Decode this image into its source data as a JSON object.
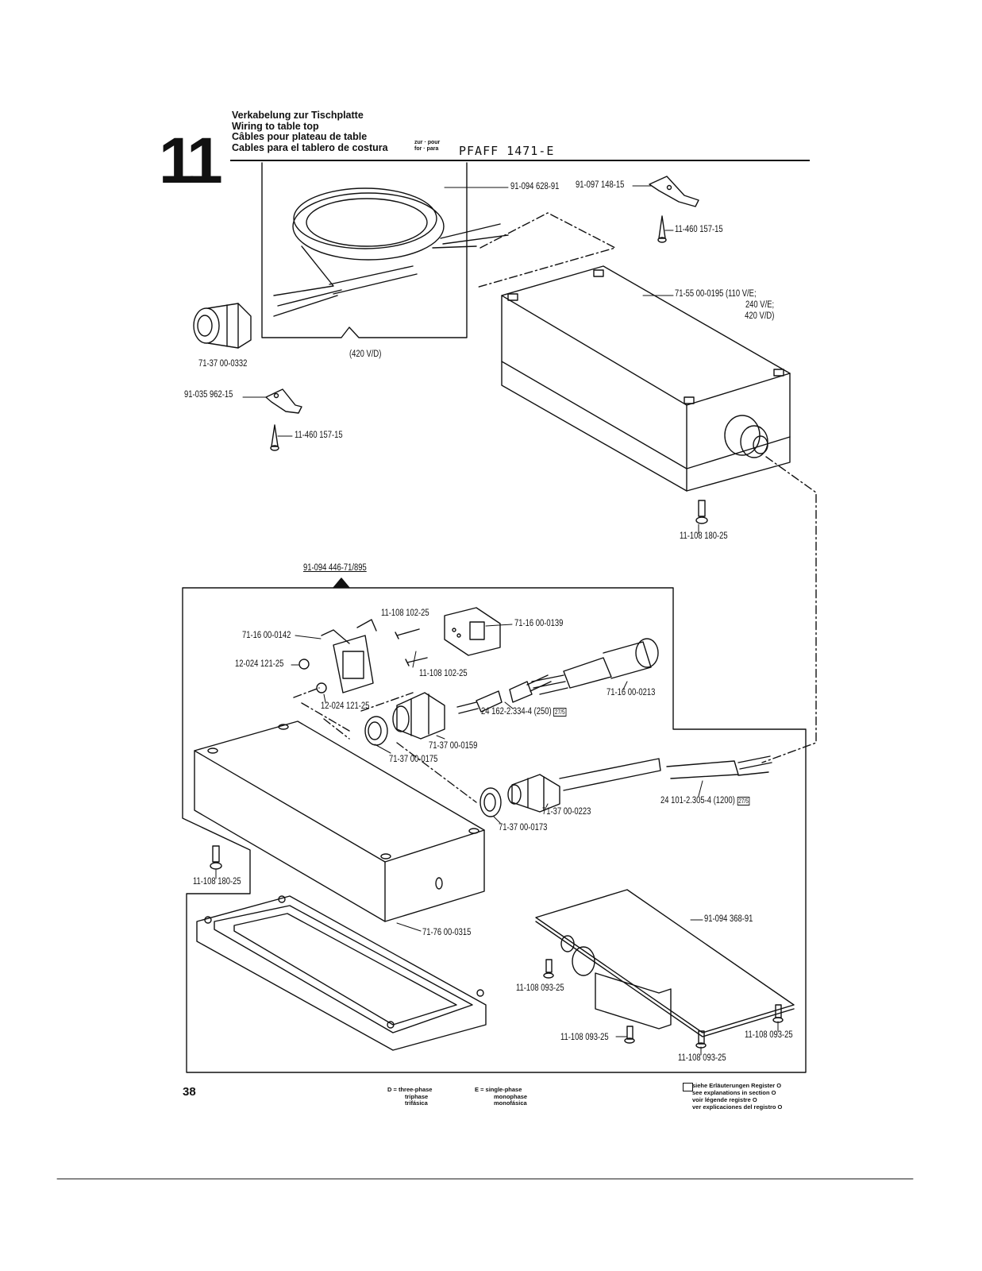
{
  "header": {
    "section_number": "11",
    "titles": [
      "Verkabelung zur Tischplatte",
      "Wiring to table top",
      "Câbles pour plateau de table",
      "Cables para el tablero de costura"
    ],
    "for_label_line1": "zur · pour",
    "for_label_line2": "for · para",
    "model": "PFAFF 1471-E"
  },
  "parts": {
    "cable_91_094_628": "91-094 628-91",
    "cable_note": "(420 V/D)",
    "clamp_91_097": "91-097 148-15",
    "screw_11_460_top": "11-460 157-15",
    "box_71_55_line1": "71-55 00-0195 (110 V/E;",
    "box_71_55_line2": "240 V/E;",
    "box_71_55_line3": "420 V/D)",
    "gland_71_37_0332": "71-37 00-0332",
    "clamp_91_035": "91-035 962-15",
    "screw_11_460_left": "11-460 157-15",
    "screw_11_108_180_top": "11-108 180-25",
    "assembly_91_094_446": "91-094 446-71/895",
    "screw_11_108_102_a": "11-108 102-25",
    "connector_71_16_0139": "71-16 00-0139",
    "housing_71_16_0142": "71-16 00-0142",
    "nut_12_024_a": "12-024 121-25",
    "screw_11_108_102_b": "11-108 102-25",
    "plug_71_16_0213": "71-16 00-0213",
    "nut_12_024_b": "12-024 121-25",
    "wire_24_162": "24 162-2.334-4 (250)",
    "wire_24_162_ref": "27/5",
    "gland_71_37_0159": "71-37 00-0159",
    "nut_71_37_0175": "71-37 00-0175",
    "cable_24_101": "24 101-2.305-4 (1200)",
    "cable_24_101_ref": "27/5",
    "gland_71_37_0223": "71-37 00-0223",
    "nut_71_37_0173": "71-37 00-0173",
    "screw_11_108_180_left": "11-108 180-25",
    "lid_71_76_0315": "71-76 00-0315",
    "board_91_094_368": "91-094 368-91",
    "screw_11_108_093_a": "11-108 093-25",
    "screw_11_108_093_b": "11-108 093-25",
    "screw_11_108_093_c": "11-108 093-25",
    "screw_11_108_093_d": "11-108 093-25"
  },
  "footer": {
    "page_number": "38",
    "legend_d": [
      "D = three-phase",
      "triphase",
      "trifásica"
    ],
    "legend_e": [
      "E = single-phase",
      "monophase",
      "monofásica"
    ],
    "register_notes": [
      "siehe Erläuterungen Register O",
      "see explanations in section O",
      "voir légende registre O",
      "ver explicaciones del registro O"
    ]
  }
}
